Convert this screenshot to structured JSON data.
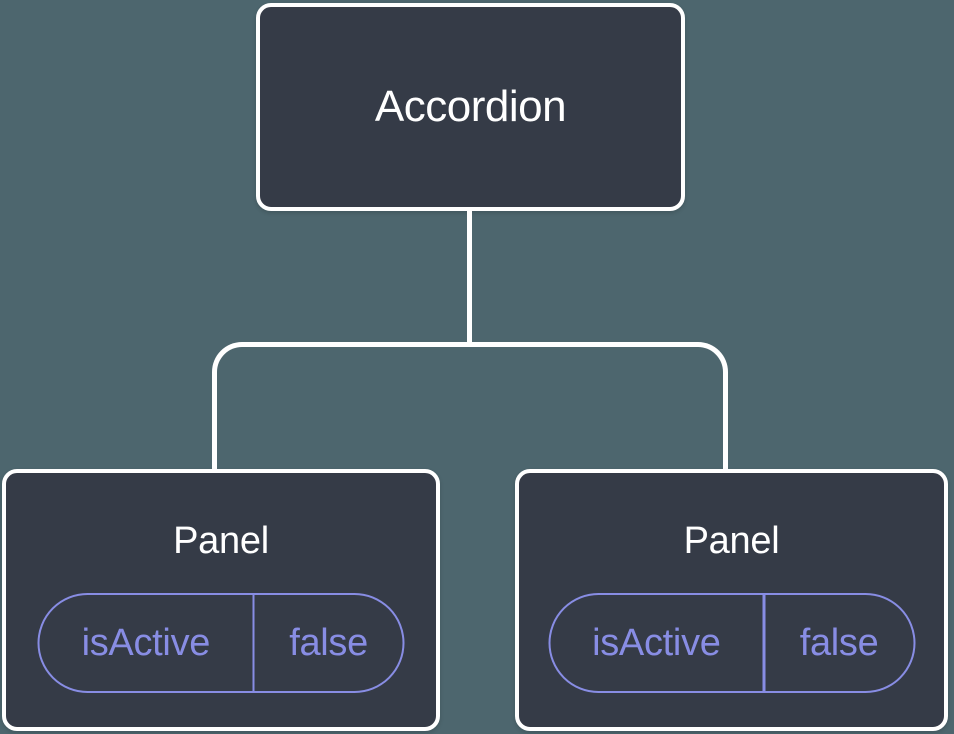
{
  "colors": {
    "background": "#4d666e",
    "node_fill": "#353b47",
    "node_border": "#ffffff",
    "accent": "#888de4",
    "connector": "#ffffff"
  },
  "tree": {
    "root": {
      "label": "Accordion"
    },
    "children": [
      {
        "label": "Panel",
        "state": {
          "name": "isActive",
          "value": "false"
        }
      },
      {
        "label": "Panel",
        "state": {
          "name": "isActive",
          "value": "false"
        }
      }
    ]
  }
}
